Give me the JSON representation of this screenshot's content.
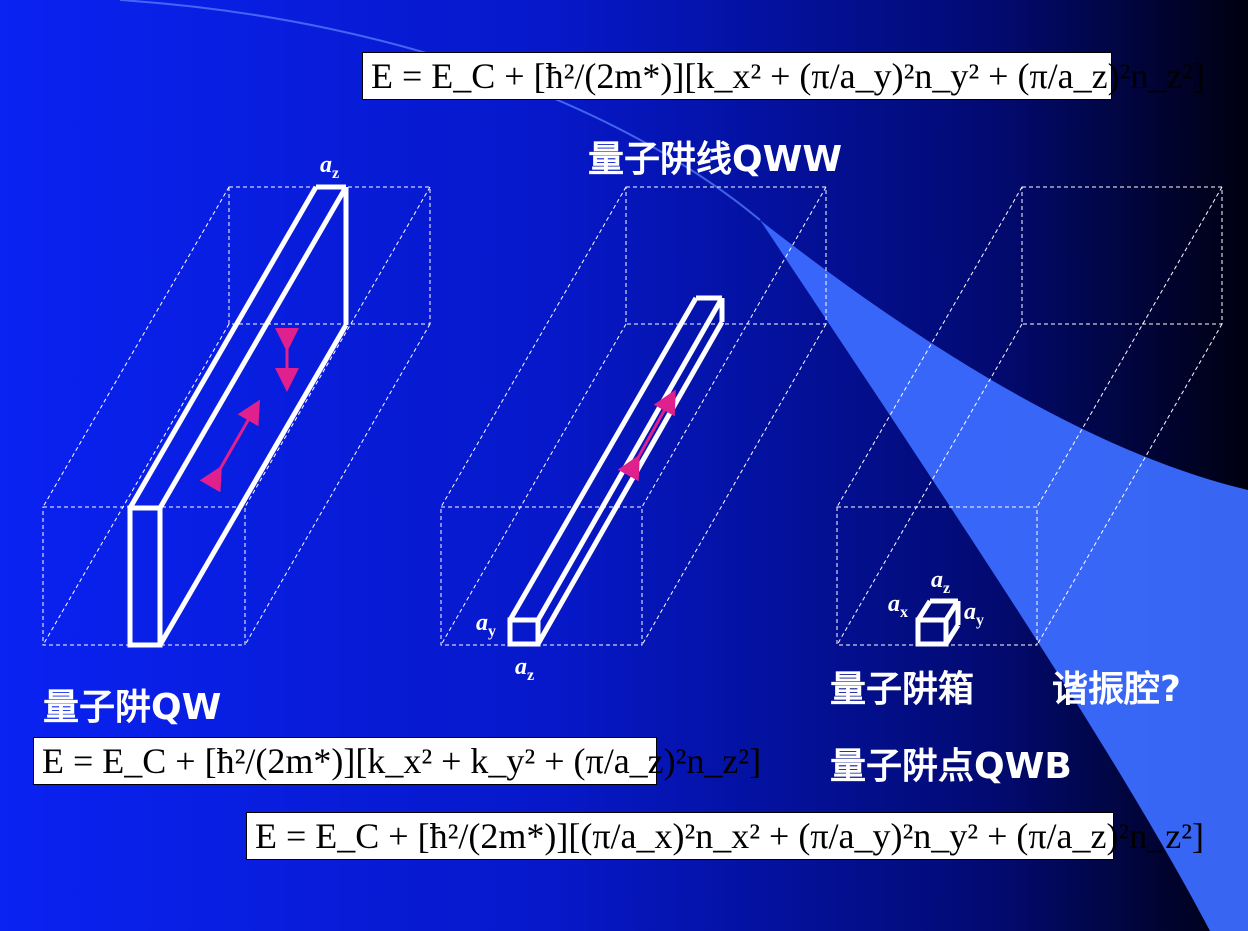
{
  "formulas": {
    "qww": "E = E_C + [ħ²/(2m*)][k_x² + (π/a_y)²n_y² + (π/a_z)²n_z²]",
    "qw": "E = E_C + [ħ²/(2m*)][k_x² + k_y² + (π/a_z)²n_z²]",
    "qwb": "E = E_C + [ħ²/(2m*)][(π/a_x)²n_x² + (π/a_y)²n_y² + (π/a_z)²n_z²]"
  },
  "labels": {
    "qww": "量子阱线QWW",
    "qw": "量子阱QW",
    "qwb_box": "量子阱箱",
    "resonator": "谐振腔?",
    "qwb_dot": "量子阱点QWB"
  },
  "dimension_labels": {
    "qw_az": "a",
    "qw_az_sub": "z",
    "qww_ay": "a",
    "qww_ay_sub": "y",
    "qww_az": "a",
    "qww_az_sub": "z",
    "qwb_ax": "a",
    "qwb_ax_sub": "x",
    "qwb_ay": "a",
    "qwb_ay_sub": "y",
    "qwb_az": "a",
    "qwb_az_sub": "z"
  },
  "colors": {
    "background_start": "#0a1ef0",
    "background_end": "#000010",
    "beam": "#3b6cff",
    "arrow": "#e0208c",
    "line": "#ffffff"
  }
}
